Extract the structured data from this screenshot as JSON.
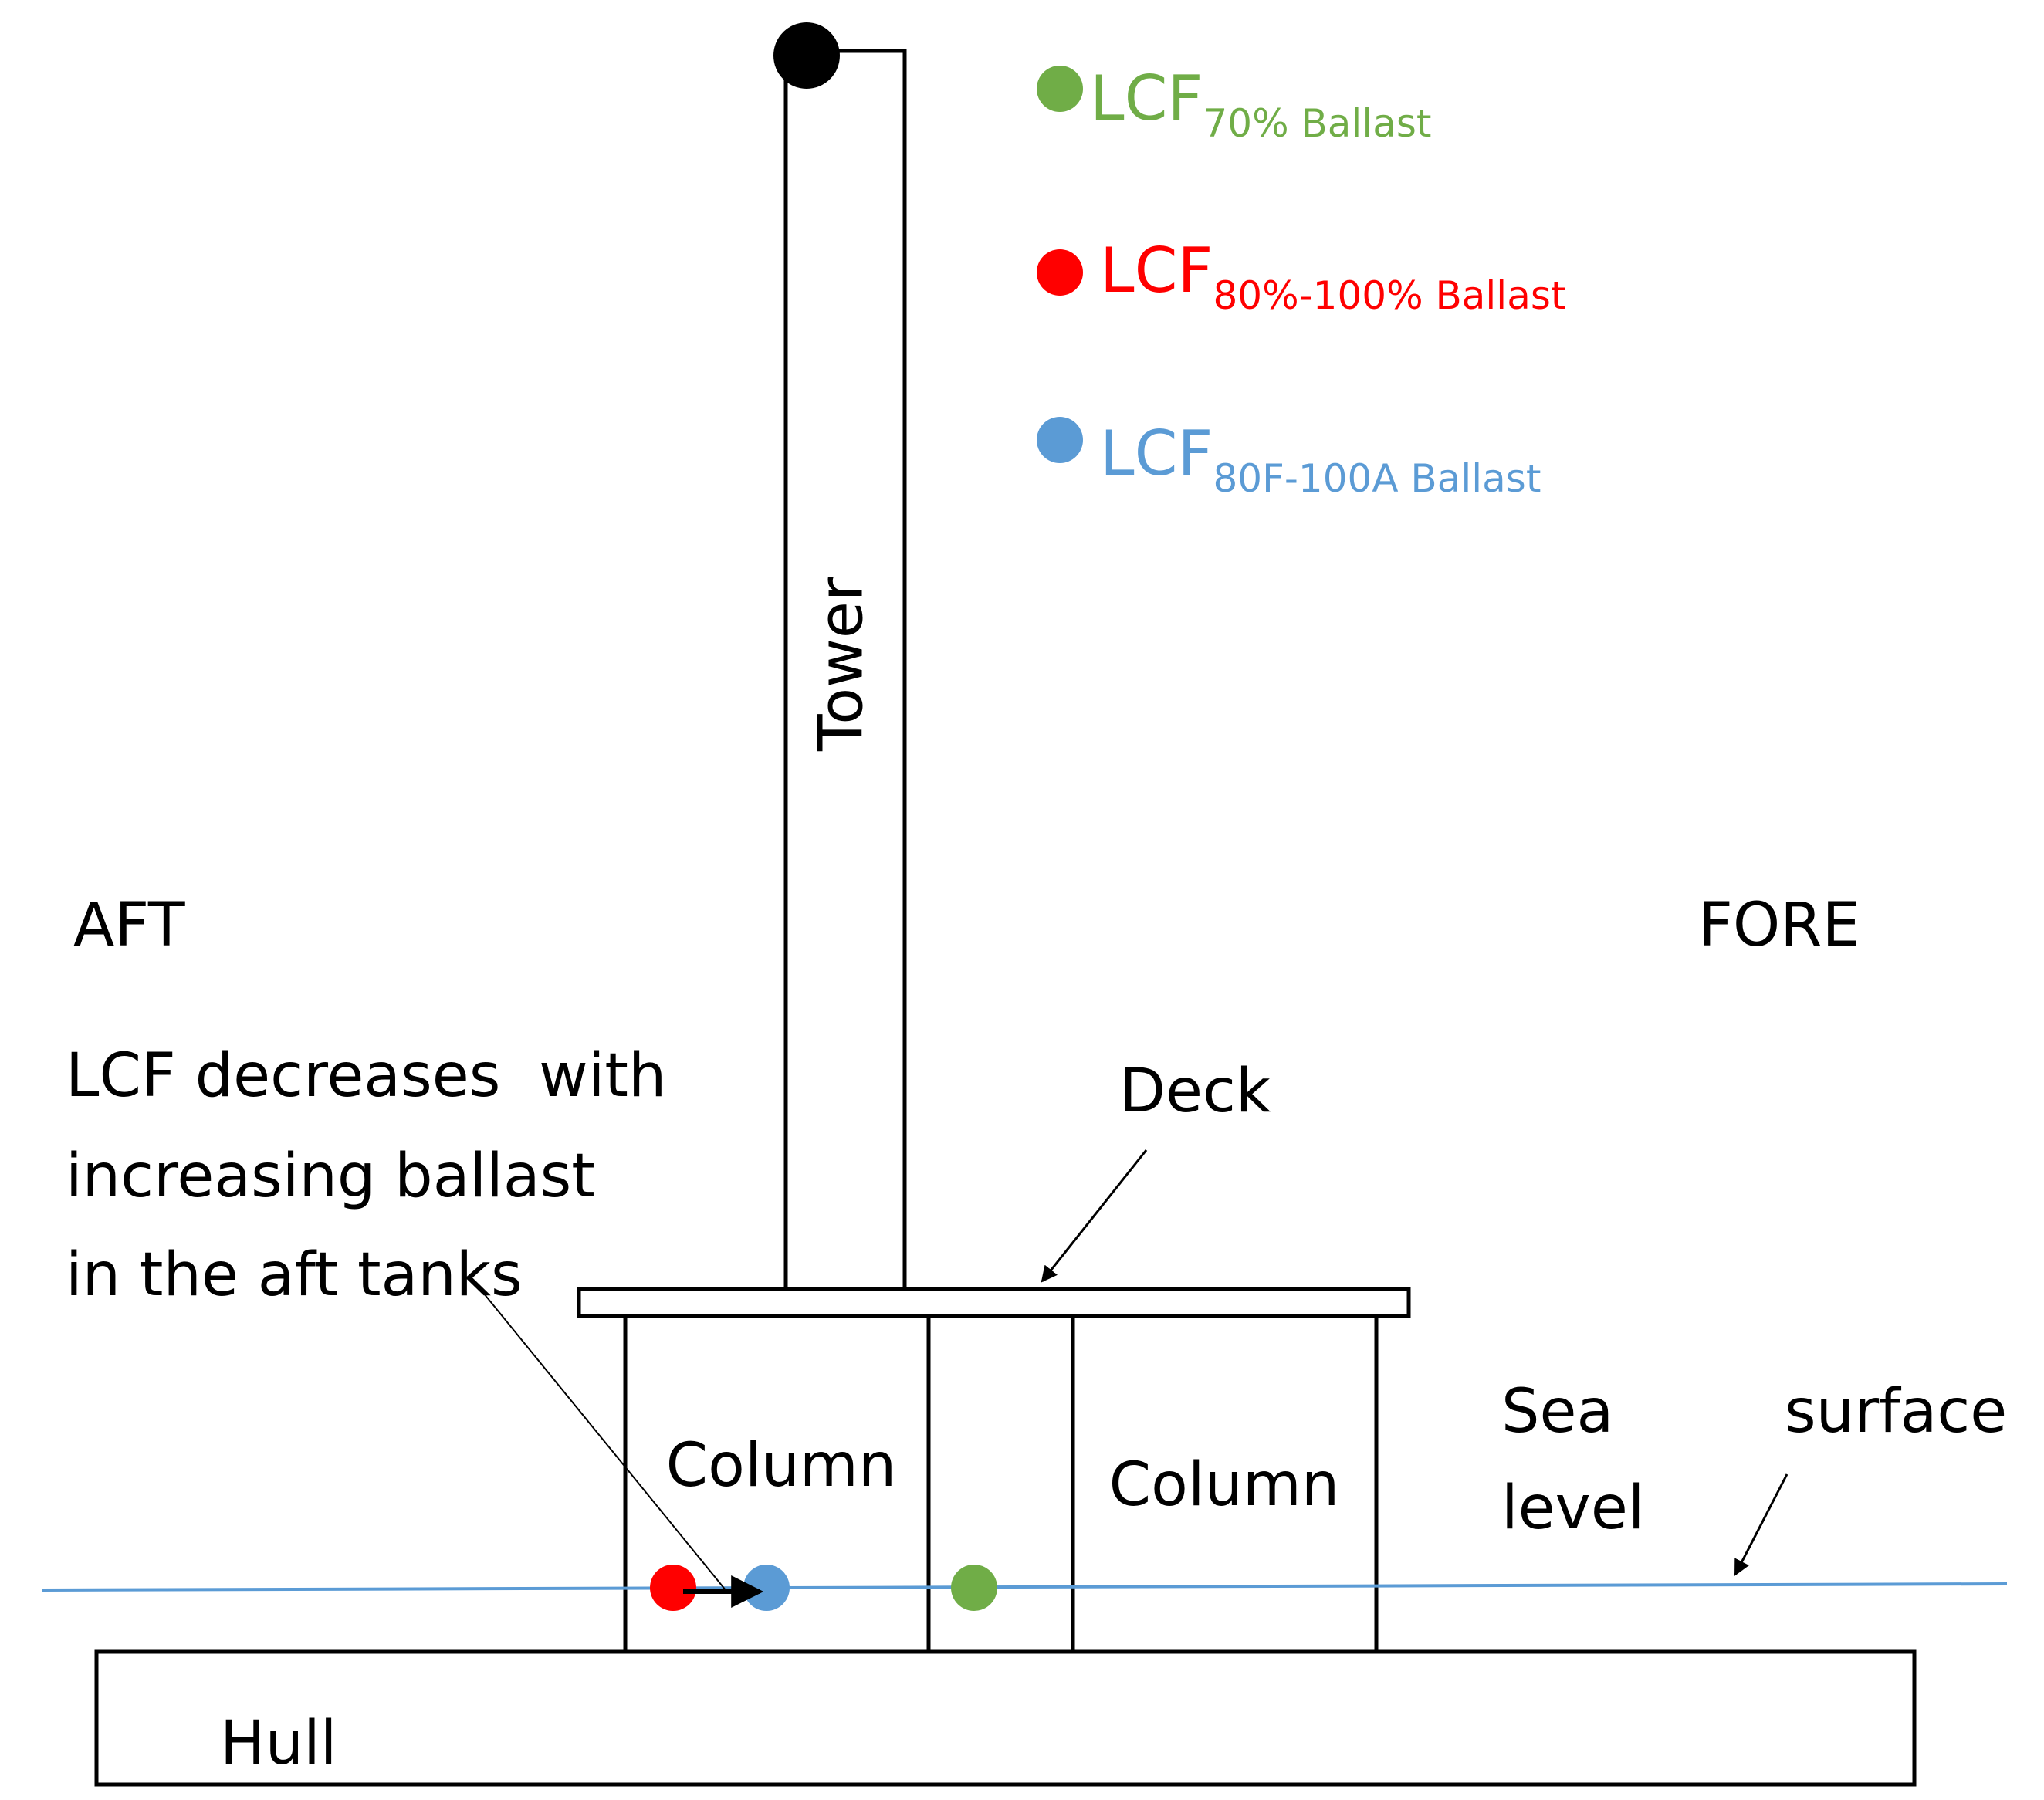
{
  "labels": {
    "aft": "AFT",
    "fore": "FORE",
    "tower": "Tower",
    "deck": "Deck",
    "column_left": "Column",
    "column_right": "Column",
    "hull": "Hull",
    "sea_word": "Sea",
    "level_word": "level",
    "surface_word": "surface",
    "note_line1": "LCF decreases  with",
    "note_line2": "increasing ballast",
    "note_line3": "in the aft tanks"
  },
  "legend": [
    {
      "base": "LCF",
      "sub": "70% Ballast",
      "color": "#70ad47"
    },
    {
      "base": "LCF",
      "sub": "80%-100% Ballast",
      "color": "#ff0000"
    },
    {
      "base": "LCF",
      "sub": "80F-100A Ballast",
      "color": "#5b9bd5"
    }
  ],
  "colors": {
    "green": "#70ad47",
    "red": "#ff0000",
    "blue": "#5b9bd5",
    "sea_line": "#5b9bd5",
    "outline": "#000000"
  }
}
